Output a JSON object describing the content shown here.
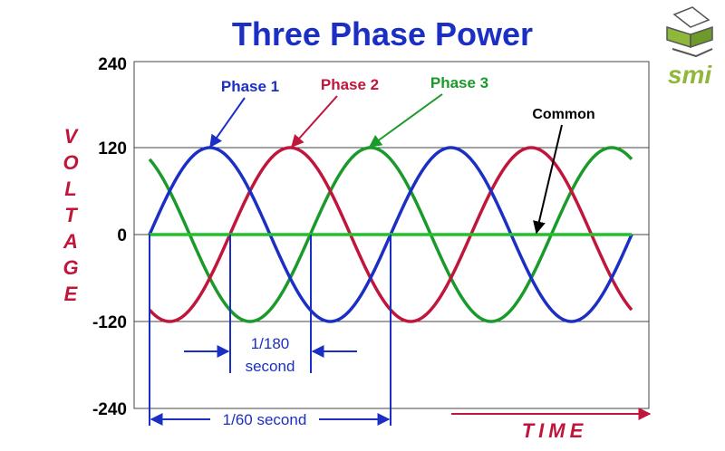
{
  "chart_data": {
    "type": "line",
    "title": "Three Phase Power",
    "ylabel": "VOLTAGE",
    "xlabel": "TIME",
    "ylim": [
      -240,
      240
    ],
    "yticks": [
      240,
      120,
      0,
      -120,
      -240
    ],
    "grid": "horizontal lines at 120, 0, -120",
    "amplitude": 120,
    "cycles_shown": 2,
    "series": [
      {
        "name": "Phase 1",
        "color": "#1c2fc4",
        "phase_deg": 0
      },
      {
        "name": "Phase 2",
        "color": "#c0163c",
        "phase_deg": -120
      },
      {
        "name": "Phase 3",
        "color": "#1a9a2a",
        "phase_deg": 120
      },
      {
        "name": "Common",
        "color": "#22c02a",
        "constant": 0
      }
    ],
    "annotations": [
      {
        "text_lines": [
          "1/180",
          "second"
        ],
        "span_deg": 120
      },
      {
        "text_lines": [
          "1/60 second"
        ],
        "span_deg": 360
      }
    ]
  },
  "logo": {
    "text": "smi",
    "color": "#8fb83a"
  }
}
